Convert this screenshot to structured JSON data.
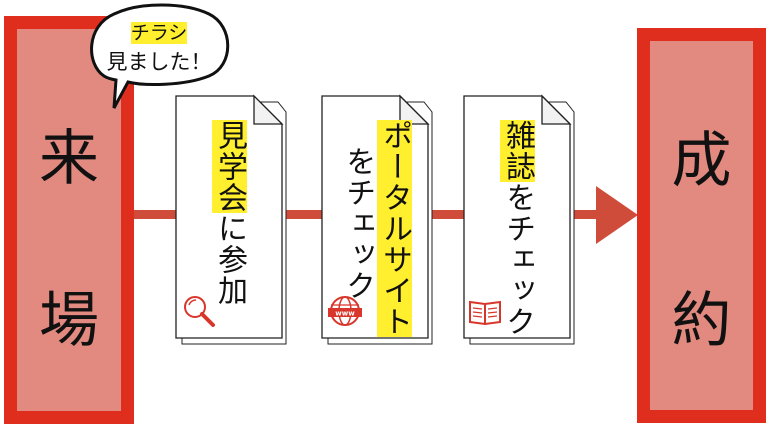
{
  "start": {
    "chars": [
      "来",
      "場"
    ]
  },
  "end": {
    "chars": [
      "成",
      "約"
    ]
  },
  "bubble": {
    "line1": "チラシ",
    "line2": "見ました！"
  },
  "steps": [
    {
      "highlight": "見学会",
      "rest": "に参加",
      "icon": "magnifier-icon"
    },
    {
      "line1": "ポータルサイト",
      "line2": "をチェック",
      "icon": "www-globe-icon"
    },
    {
      "highlight": "雑誌",
      "rest": "をチェック",
      "icon": "open-book-icon"
    }
  ],
  "colors": {
    "box_fill": "#e28a80",
    "box_border": "#df2e1e",
    "arrow": "#cf4b3a",
    "highlight": "#ffef2e",
    "icon": "#d9362b"
  }
}
